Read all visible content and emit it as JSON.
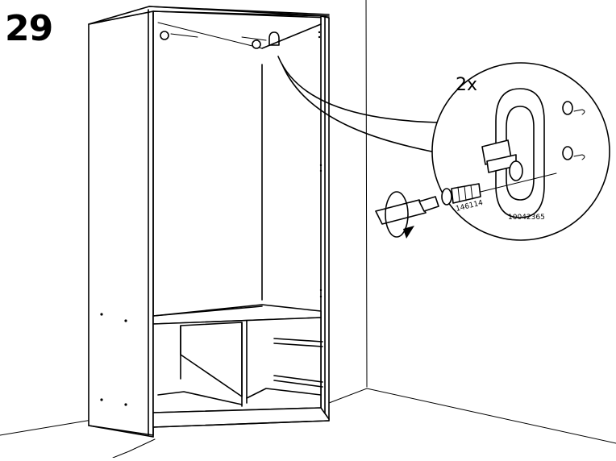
{
  "step": {
    "number": "29"
  },
  "callout": {
    "quantity": "2x",
    "screw_part_number": "146114",
    "bracket_part_number": "10042365"
  },
  "icons": {
    "tool": "screwdriver-icon",
    "rotation": "clockwise-rotation-arrow-icon",
    "screw": "screw-icon",
    "bracket": "rail-bracket-icon"
  }
}
